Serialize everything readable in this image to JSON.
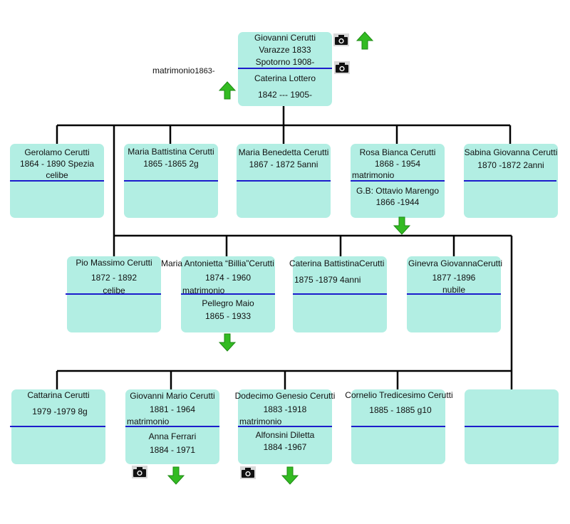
{
  "root": {
    "name": "Giovanni Cerutti",
    "birth": "Varazze 1833",
    "death": "Spotorno 1908-",
    "spouse": "Caterina Lottero",
    "spouse_dates": "1842 --- 1905-"
  },
  "root_marriage": {
    "label": "matrimonio",
    "year": "1863-"
  },
  "row1": [
    {
      "name": "Gerolamo Cerutti",
      "dates": "1864 - 1890 Spezia",
      "note": "celibe"
    },
    {
      "name": "Maria Battistina Cerutti",
      "dates": "1865 -1865 2g"
    },
    {
      "name": "Maria Benedetta Cerutti",
      "dates": "1867 - 1872 5anni"
    },
    {
      "name": "Rosa Bianca Cerutti",
      "dates": "1868 - 1954",
      "marriage": "matrimonio",
      "spouse": "G.B: Ottavio Marengo",
      "spouse_dates": "1866 -1944"
    },
    {
      "name": "Sabina Giovanna Cerutti",
      "dates": "1870 -1872 2anni"
    }
  ],
  "row2": [
    {
      "name": "Pio Massimo Cerutti",
      "dates": "1872 - 1892",
      "note": "celibe"
    },
    {
      "name": "Maria Antonietta “Billia”Cerutti",
      "dates": "1874 -  1960",
      "marriage": "matrimonio",
      "spouse": "Pellegro Maio",
      "spouse_dates": "1865 - 1933"
    },
    {
      "name": "Caterina BattistinaCerutti",
      "dates": "1875 -1879 4anni"
    },
    {
      "name": "Ginevra GiovannaCerutti",
      "dates": "1877 -1896",
      "note": "nubile"
    }
  ],
  "row3": [
    {
      "name": "Cattarina Cerutti",
      "dates": "1979 -1979 8g"
    },
    {
      "name": "Giovanni Mario Cerutti",
      "dates": "1881 - 1964",
      "marriage": "matrimonio",
      "spouse": "Anna Ferrari",
      "spouse_dates": "1884 - 1971"
    },
    {
      "name": "Dodecimo Genesio Cerutti",
      "dates": "1883 -1918",
      "marriage": "matrimonio",
      "spouse": "Alfonsini Diletta",
      "spouse_dates": "1884 -1967"
    },
    {
      "name": "Cornelio Tredicesimo Cerutti",
      "dates": "1885 - 1885  g10"
    },
    {}
  ],
  "icons": {
    "camera": "camera-icon",
    "arrow_up": "green-up-arrow-icon",
    "arrow_down": "green-down-arrow-icon"
  },
  "colors": {
    "card": "#b2eee3",
    "separator": "#1c1ccc",
    "arrow": "#33bb22",
    "line": "#000000"
  }
}
